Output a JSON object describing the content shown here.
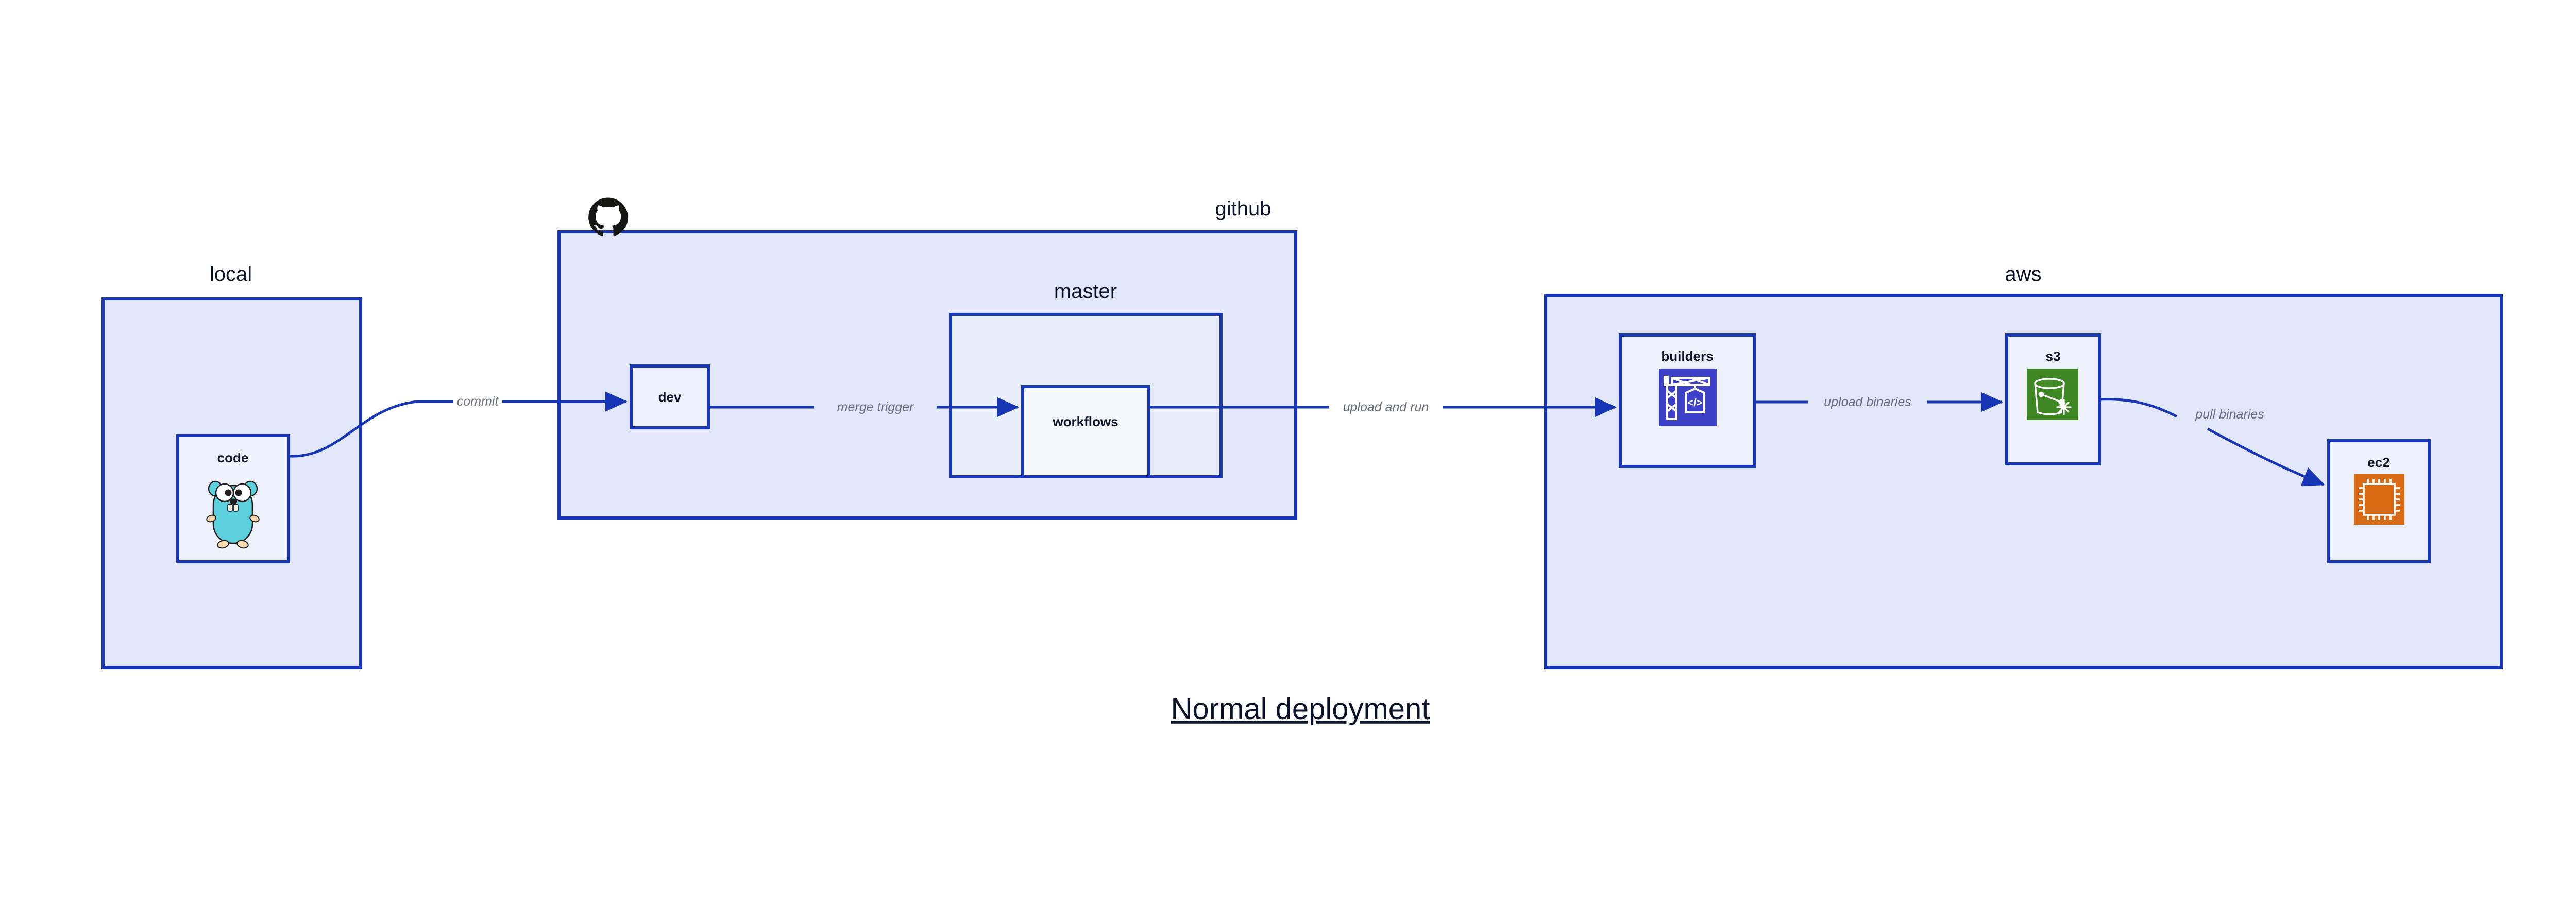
{
  "title": "Normal deployment",
  "groups": [
    {
      "id": "local",
      "label": "local"
    },
    {
      "id": "github",
      "label": "github"
    },
    {
      "id": "master",
      "label": "master"
    },
    {
      "id": "aws",
      "label": "aws"
    }
  ],
  "nodes": [
    {
      "id": "code",
      "label": "code",
      "icon": "go-gopher-icon"
    },
    {
      "id": "dev",
      "label": "dev",
      "icon": "none"
    },
    {
      "id": "workflows",
      "label": "workflows",
      "icon": "none"
    },
    {
      "id": "builders",
      "label": "builders",
      "icon": "aws-codebuild-icon"
    },
    {
      "id": "s3",
      "label": "s3",
      "icon": "aws-s3-glacier-icon"
    },
    {
      "id": "ec2",
      "label": "ec2",
      "icon": "aws-ec2-icon"
    }
  ],
  "edges": [
    {
      "id": "commit",
      "label": "commit",
      "from": "code",
      "to": "dev"
    },
    {
      "id": "merge-trigger",
      "label": "merge trigger",
      "from": "dev",
      "to": "workflows"
    },
    {
      "id": "upload-and-run",
      "label": "upload and run",
      "from": "workflows",
      "to": "builders"
    },
    {
      "id": "upload-binaries",
      "label": "upload binaries",
      "from": "builders",
      "to": "s3"
    },
    {
      "id": "pull-binaries",
      "label": "pull binaries",
      "from": "s3",
      "to": "ec2"
    }
  ],
  "icons": {
    "github_logo": "github-octocat-icon"
  },
  "colors": {
    "border": "#1736b5",
    "group_fill": "#e1e7f9",
    "sub_fill": "#e9eefb",
    "leaf_fill": "#eef1fc",
    "leaf_fill_light": "#f5f7fd",
    "text": "#0c1328",
    "edge_label": "#6a6d7a",
    "codebuild": "#3c41c8",
    "s3_glacier": "#3f8624",
    "ec2": "#d96a14",
    "gopher": "#5ccfdd",
    "octocat": "#161614",
    "background": "#ffffff"
  }
}
